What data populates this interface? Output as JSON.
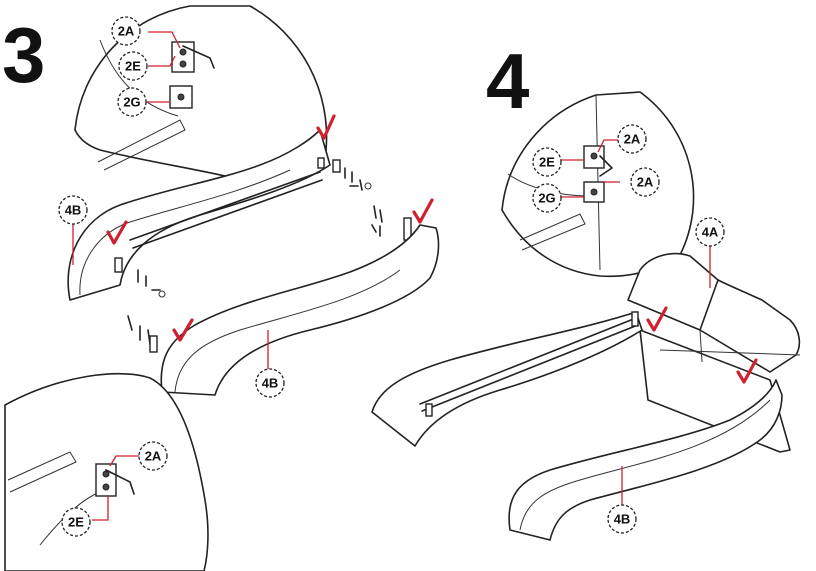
{
  "steps": [
    {
      "number": "3"
    },
    {
      "number": "4"
    }
  ],
  "part_labels": {
    "p2A": "2A",
    "p2E": "2E",
    "p2G": "2G",
    "p4A": "4A",
    "p4B": "4B"
  },
  "colors": {
    "ink": "#222222",
    "accent_red": "#d0202c",
    "background": "#ffffff"
  },
  "icons": [
    "check-mark-icon",
    "allen-key-icon",
    "bracket-icon",
    "bolt-icon"
  ]
}
